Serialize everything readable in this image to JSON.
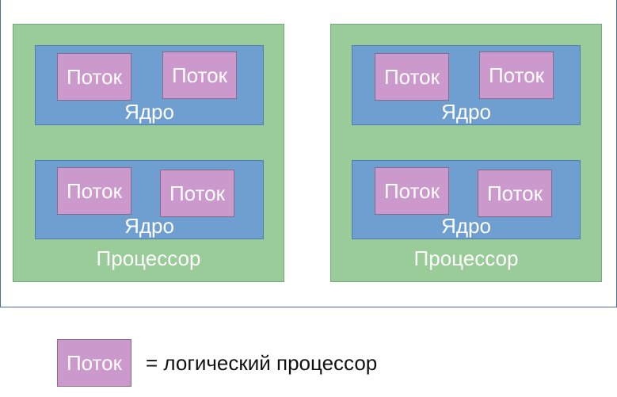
{
  "thread_label": "Поток",
  "core_label": "Ядро",
  "processor_label": "Процессор",
  "legend": {
    "thread_label": "Поток",
    "text": "= логический процессор"
  },
  "colors": {
    "processor": "#99cc99",
    "core": "#6f9fd0",
    "thread": "#cc99cc"
  }
}
